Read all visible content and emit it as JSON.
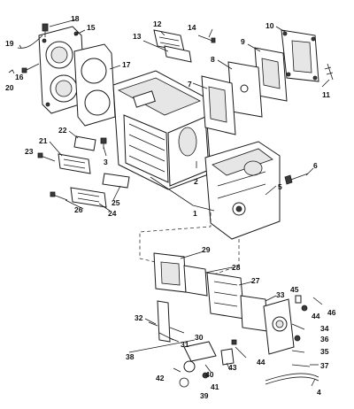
{
  "callouts": [
    {
      "id": "c1",
      "text": "1"
    },
    {
      "id": "c2",
      "text": "2"
    },
    {
      "id": "c3",
      "text": "3"
    },
    {
      "id": "c4",
      "text": "4"
    },
    {
      "id": "c5",
      "text": "5"
    },
    {
      "id": "c6",
      "text": "6"
    },
    {
      "id": "c7",
      "text": "7"
    },
    {
      "id": "c8",
      "text": "8"
    },
    {
      "id": "c9",
      "text": "9"
    },
    {
      "id": "c10",
      "text": "10"
    },
    {
      "id": "c11",
      "text": "11"
    },
    {
      "id": "c12",
      "text": "12"
    },
    {
      "id": "c13",
      "text": "13"
    },
    {
      "id": "c14",
      "text": "14"
    },
    {
      "id": "c15",
      "text": "15"
    },
    {
      "id": "c16",
      "text": "16"
    },
    {
      "id": "c17",
      "text": "17"
    },
    {
      "id": "c18",
      "text": "18"
    },
    {
      "id": "c19",
      "text": "19"
    },
    {
      "id": "c20",
      "text": "20"
    },
    {
      "id": "c21",
      "text": "21"
    },
    {
      "id": "c22",
      "text": "22"
    },
    {
      "id": "c23",
      "text": "23"
    },
    {
      "id": "c24",
      "text": "24"
    },
    {
      "id": "c25",
      "text": "25"
    },
    {
      "id": "c26",
      "text": "26"
    },
    {
      "id": "c27",
      "text": "27"
    },
    {
      "id": "c28",
      "text": "28"
    },
    {
      "id": "c29",
      "text": "29"
    },
    {
      "id": "c30",
      "text": "30"
    },
    {
      "id": "c31",
      "text": "31"
    },
    {
      "id": "c32",
      "text": "32"
    },
    {
      "id": "c33",
      "text": "33"
    },
    {
      "id": "c34",
      "text": "34"
    },
    {
      "id": "c35",
      "text": "35"
    },
    {
      "id": "c36",
      "text": "36"
    },
    {
      "id": "c37",
      "text": "37"
    },
    {
      "id": "c38",
      "text": "38"
    },
    {
      "id": "c39",
      "text": "39"
    },
    {
      "id": "c40",
      "text": "40"
    },
    {
      "id": "c41",
      "text": "41"
    },
    {
      "id": "c42",
      "text": "42"
    },
    {
      "id": "c43",
      "text": "43"
    },
    {
      "id": "c44a",
      "text": "44"
    },
    {
      "id": "c44b",
      "text": "44"
    },
    {
      "id": "c45",
      "text": "45"
    },
    {
      "id": "c46",
      "text": "46"
    }
  ]
}
